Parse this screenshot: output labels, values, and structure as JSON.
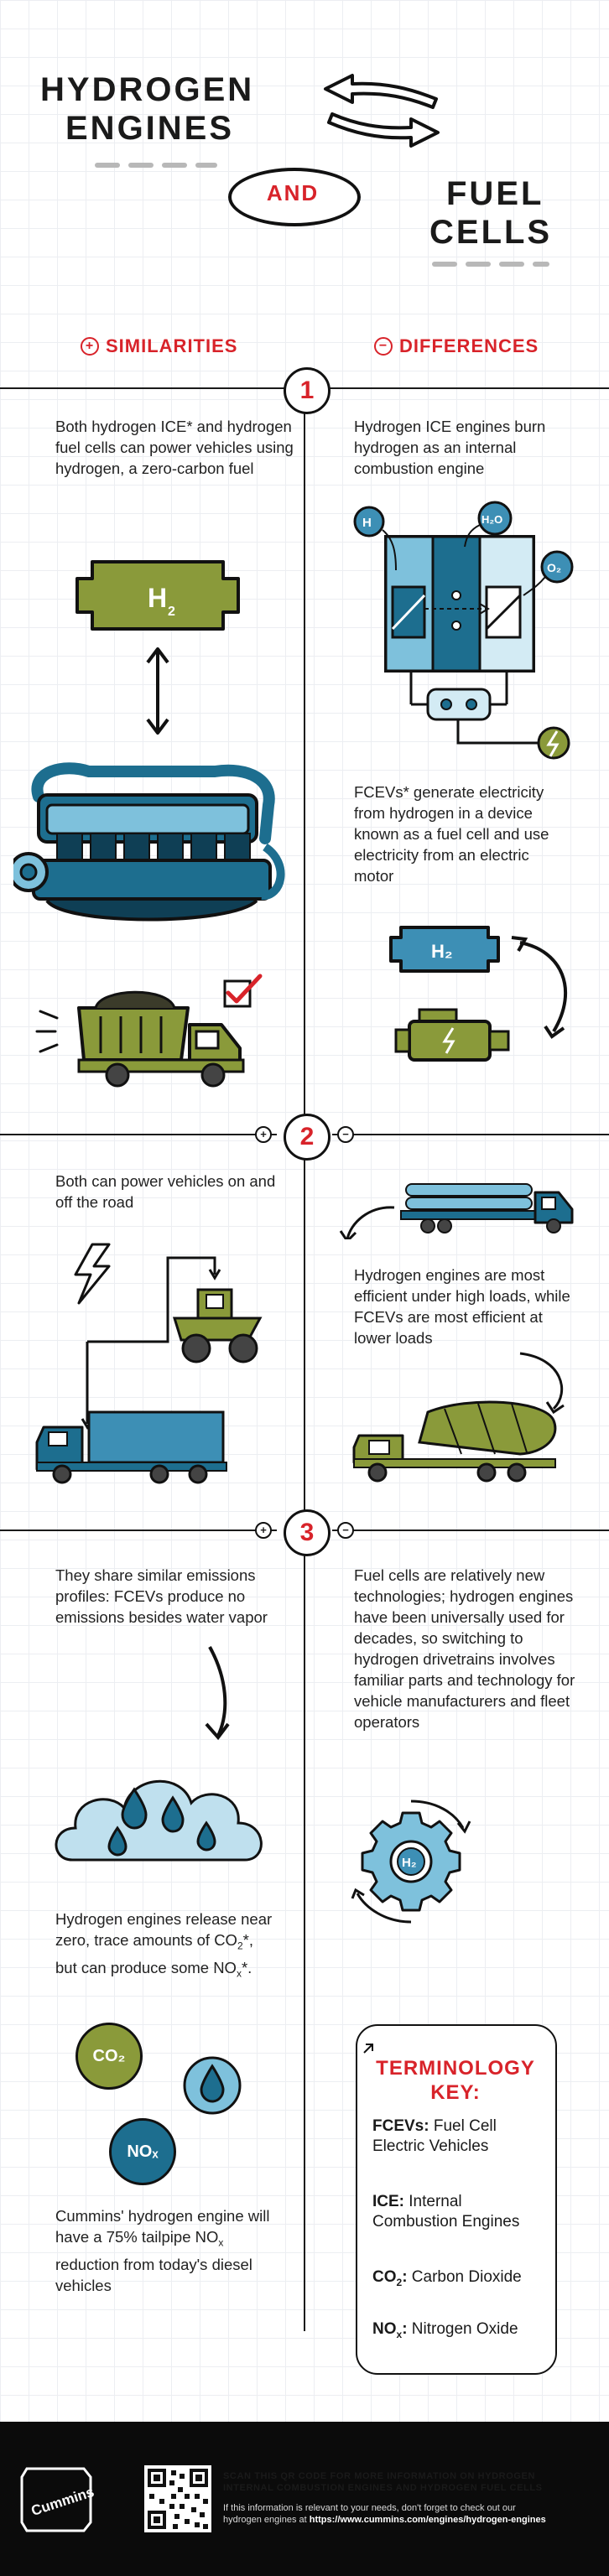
{
  "header": {
    "title_line1": "HYDROGEN",
    "title_line2": "ENGINES",
    "and_label": "AND",
    "fuel": "FUEL",
    "cells": "CELLS"
  },
  "columns": {
    "similarities": "SIMILARITIES",
    "differences": "DIFFERENCES",
    "plus": "+",
    "minus": "−"
  },
  "sections": [
    {
      "number": "1",
      "similarity": "Both hydrogen ICE* and hydrogen fuel cells can power vehicles using hydrogen, a zero-carbon fuel",
      "difference_a": "Hydrogen ICE engines burn hydrogen as an internal combustion engine",
      "difference_b": "FCEVs* generate electricity from hydrogen in a device known as a fuel cell and use electricity from an electric motor"
    },
    {
      "number": "2",
      "similarity": "Both can power vehicles on and off the road",
      "difference": "Hydrogen engines are most efficient under high loads, while FCEVs are most efficient at lower loads"
    },
    {
      "number": "3",
      "similarity": "They share similar emissions profiles: FCEVs produce no emissions besides water vapor",
      "difference": "Fuel cells are relatively new technologies; hydrogen engines have been universally used for decades, so switching to hydrogen drivetrains involves familiar parts and technology for vehicle manufacturers and fleet operators",
      "emissions": [
        "Hydrogen engines release near zero, trace amounts of CO",
        "2",
        "*, but can produce some NO",
        "x",
        "*."
      ],
      "cummins": [
        "Cummins' hydrogen engine will have a 75% tailpipe NO",
        "x",
        " reduction from today's diesel vehicles"
      ]
    }
  ],
  "icon_labels": {
    "h2": "H",
    "h2_sub": "2",
    "h2o": "H₂O",
    "o2": "O₂",
    "h_small": "H",
    "co2": "CO₂",
    "nox": "NOₓ",
    "gear_h2": "H₂"
  },
  "terminology": {
    "title1": "TERMINOLOGY",
    "title2": "KEY:",
    "items": [
      {
        "term": "FCEVs:",
        "def": " Fuel Cell Electric Vehicles"
      },
      {
        "term": "ICE:",
        "def": " Internal Combustion Engines"
      },
      {
        "term": "CO",
        "sub": "2",
        "colon": ":",
        "def": " Carbon Dioxide"
      },
      {
        "term": "NO",
        "sub": "x",
        "colon": ":",
        "def": " Nitrogen Oxide"
      }
    ]
  },
  "footer": {
    "brand": "Cummins",
    "qr_line1": "SCAN THIS QR CODE FOR MORE INFORMATION ON HYDROGEN",
    "qr_line2": "INTERNAL COMBUSTION ENGINES AND HYDROGEN FUEL CELLS",
    "info_a": "If this information is relevant to your needs, don't forget to check out our",
    "info_b": "hydrogen engines at ",
    "url": "https://www.cummins.com/engines/hydrogen-engines"
  },
  "colors": {
    "accent_red": "#d8232a",
    "olive": "#8a9a3a",
    "teal_dark": "#1d6e8f",
    "teal_light": "#7ec1dc",
    "ink": "#1a1a1a"
  }
}
